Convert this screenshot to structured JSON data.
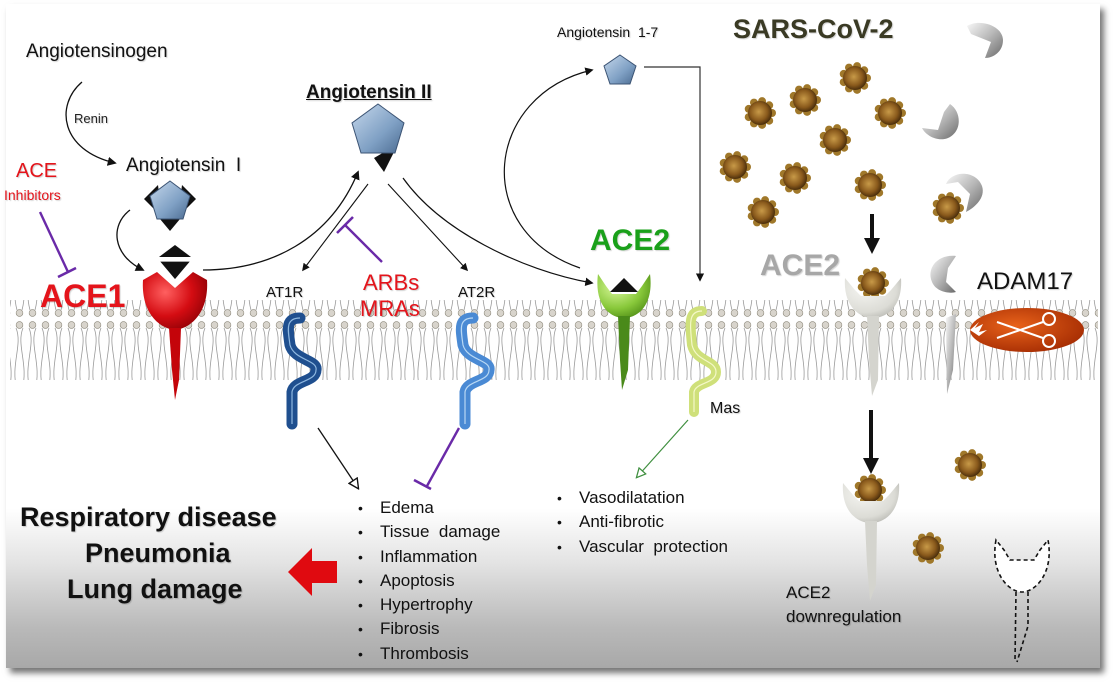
{
  "pathway": {
    "angiotensinogen": "Angiotensinogen",
    "renin": "Renin",
    "angiotensin_1": "Angiotensin  I",
    "angiotensin_2": "Angiotensin II",
    "angiotensin_1_7": "Angiotensin  1-7",
    "ace1": "ACE1",
    "ace2": "ACE2",
    "ace_inhibitors_line1": "ACE",
    "ace_inhibitors_line2": "Inhibitors",
    "arbs": "ARBs",
    "mras": "MRAs",
    "at1r": "AT1R",
    "at2r": "AT2R",
    "mas": "Mas"
  },
  "virus": {
    "title": "SARS-CoV-2",
    "ace2_grey": "ACE2",
    "adam17": "ADAM17",
    "downregulation_line1": "ACE2",
    "downregulation_line2": "downregulation"
  },
  "at1r_effects": [
    "Edema",
    "Tissue  damage",
    "Inflammation",
    "Apoptosis",
    "Hypertrophy",
    "Fibrosis",
    "Thrombosis"
  ],
  "mas_effects": [
    "Vasodilatation",
    "Anti-fibrotic",
    "Vascular  protection"
  ],
  "outcome": {
    "line1": "Respiratory disease",
    "line2": "Pneumonia",
    "line3": "Lung damage"
  },
  "colors": {
    "ace1_red": "#e4141b",
    "ace2_green": "#1aa01a",
    "inhibitor_purple": "#6a2aa8",
    "mas_arrow_green": "#3f8f3f",
    "at1r_blue": "#1f4f8f",
    "at2r_blue": "#4a8ad4",
    "mas_yellow": "#d8e88a",
    "adam17_orange": "#c43e08",
    "virus_brown": "#8a5a1c"
  }
}
